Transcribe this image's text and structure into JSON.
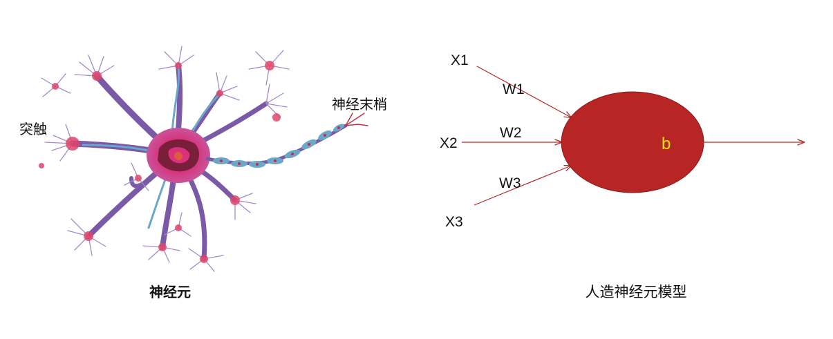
{
  "neuron": {
    "caption": "神经元",
    "label_synapse": "突触",
    "label_axon_terminal": "神经末梢",
    "colors": {
      "dendrite": "#7a5aa6",
      "dendrite_light": "#a58ac9",
      "soma": "#d8327a",
      "nucleus": "#7a1f3a",
      "axon": "#6aa7c8",
      "node": "#c0304a"
    }
  },
  "model": {
    "caption": "人造神经元模型",
    "inputs": [
      {
        "x": "X1",
        "w": "W1"
      },
      {
        "x": "X2",
        "w": "W2"
      },
      {
        "x": "X3",
        "w": "W3"
      }
    ],
    "bias": "b",
    "colors": {
      "body_fill": "#b82525",
      "bias_text": "#ffe600",
      "arrows": "#b82525"
    }
  }
}
